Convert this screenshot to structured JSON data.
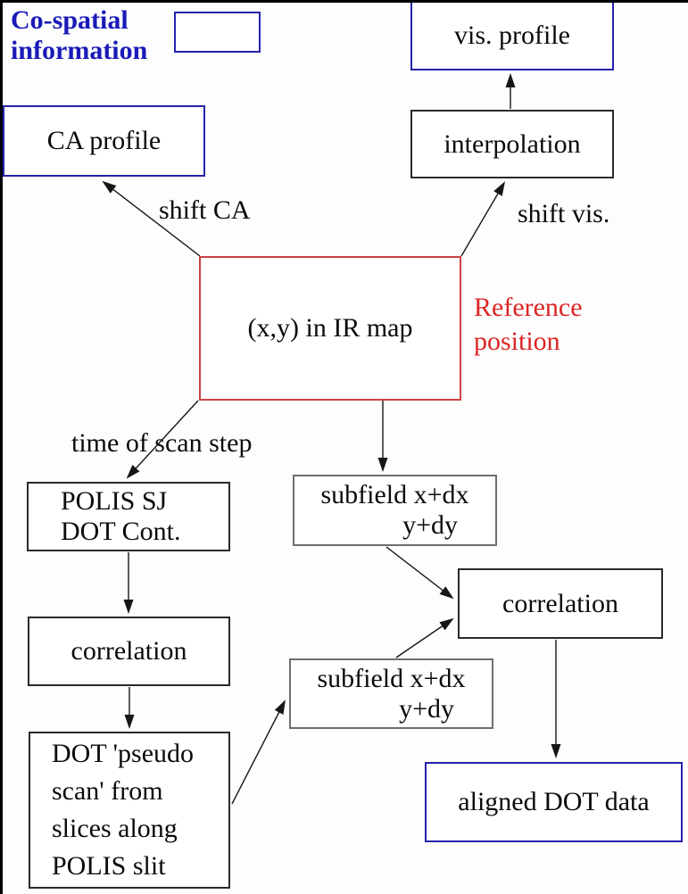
{
  "colors": {
    "blue_border": "#2323aa",
    "blue_text": "#1a1ab8",
    "red_border": "#cc4343",
    "red_text": "#dd2424",
    "line": "#161616"
  },
  "title": {
    "line1": "Co-spatial",
    "line2": "information"
  },
  "nodes": {
    "legend_box": {
      "label": ""
    },
    "vis_profile": {
      "label": "vis. profile"
    },
    "ca_profile": {
      "label": "CA profile"
    },
    "interpolation": {
      "label": "interpolation"
    },
    "ir_map": {
      "label": "(x,y) in IR map"
    },
    "polis_sj": {
      "line1": "POLIS SJ",
      "line2": "DOT Cont."
    },
    "subfield_top": {
      "line1": "subfield x+dx",
      "line2": "y+dy"
    },
    "subfield_bottom": {
      "line1": "subfield x+dx",
      "line2": "y+dy"
    },
    "correlation_right": {
      "label": "correlation"
    },
    "correlation_left": {
      "label": "correlation"
    },
    "dot_pseudo_scan": {
      "line1": "DOT 'pseudo",
      "line2": "scan' from",
      "line3": "slices along",
      "line4": "POLIS slit"
    },
    "aligned_dot": {
      "label": "aligned DOT data"
    }
  },
  "annotations": {
    "reference_position": {
      "line1": "Reference",
      "line2": "position"
    },
    "shift_ca": "shift CA",
    "shift_vis": "shift vis.",
    "time_of_scan": "time of scan step"
  }
}
